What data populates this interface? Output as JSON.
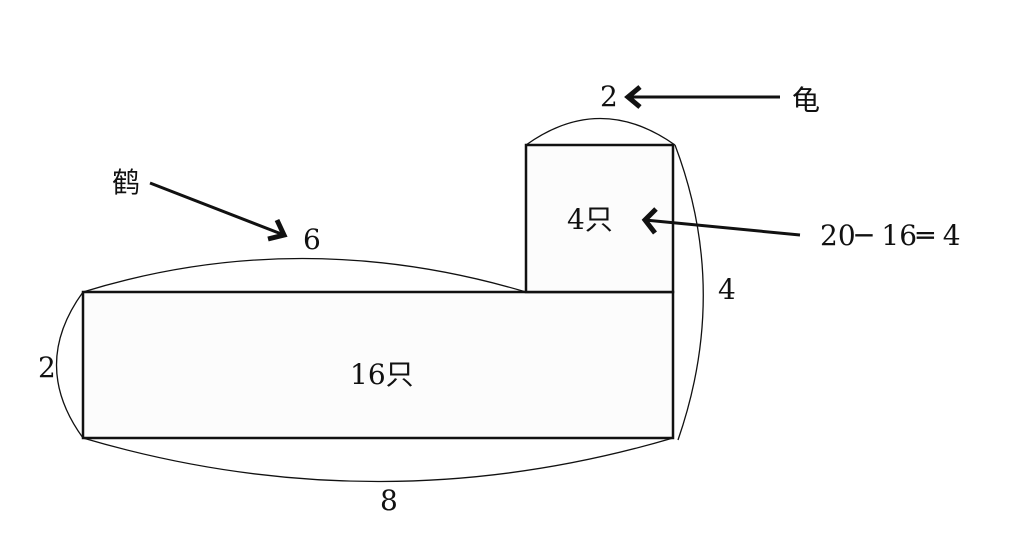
{
  "labels": {
    "turtle": "龟",
    "turtle_width": "2",
    "crane": "鹤",
    "crane_width": "6",
    "small_area": "4只",
    "equation": "20─ 16═ 4",
    "total_height": "4",
    "crane_height": "2",
    "large_area": "16只",
    "total_width": "8"
  },
  "colors": {
    "stroke": "#111111",
    "background": "#ffffff"
  }
}
